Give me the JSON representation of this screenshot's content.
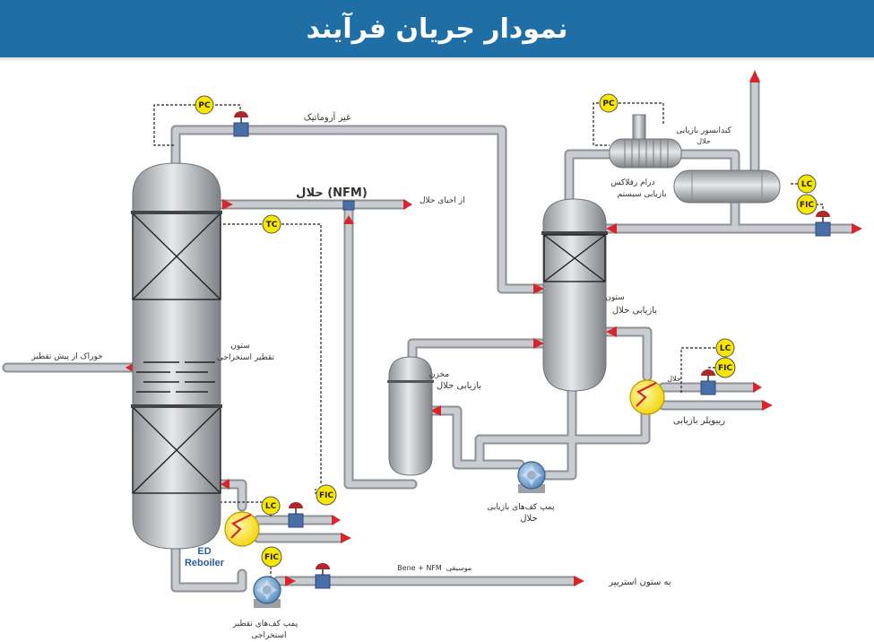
{
  "title": "نمودار جریان فرآیند",
  "labels": {
    "non_aromatic": "غیر آروماتیک",
    "solvent_nfm": "حلال (NFM)",
    "solvent_regen": "از احیای حلال",
    "feed": "خوراک از پیش تقطیر",
    "ed_column_1": "ستون",
    "ed_column_2": "تقطیر استخراجی",
    "ed_reboiler_1": "ED",
    "ed_reboiler_2": "Reboiler",
    "ed_pump_1": "پمپ کف‌های تقطیر",
    "ed_pump_2": "استخراجی",
    "bene_nfm": "Bene + NFM",
    "music": "موسیقی",
    "to_stripper": "به ستون استریپر",
    "surge_1": "مخزن",
    "surge_2": "بازیابی حلال",
    "rec_column_1": "ستون",
    "rec_column_2": "بازیابی حلال",
    "rec_pump_1": "پمپ کف‌های بازیابی",
    "rec_pump_2": "حلال",
    "rec_reboiler": "ریبویلر بازیابی",
    "solvent_small": "حلال",
    "condenser_1": "کندانسور بازیابی",
    "condenser_2": "حلال",
    "reflux_1": "درام رفلاکس",
    "reflux_2": "بازیابی سیستم"
  },
  "instruments": {
    "pc_left": "PC",
    "tc": "TC",
    "lc_left": "LC",
    "fic_left": "FIC",
    "fic_bottom": "FIC",
    "pc_right": "PC",
    "lc_reflux": "LC",
    "fic_reflux": "FIC",
    "lc_right": "LC",
    "fic_right": "FIC"
  },
  "colors": {
    "header": "#1f6fa6",
    "arrow": "#d7262b",
    "instrument": "#f7e600",
    "valve_body": "#4a6fa8",
    "pipe": "#b9bdc1"
  }
}
